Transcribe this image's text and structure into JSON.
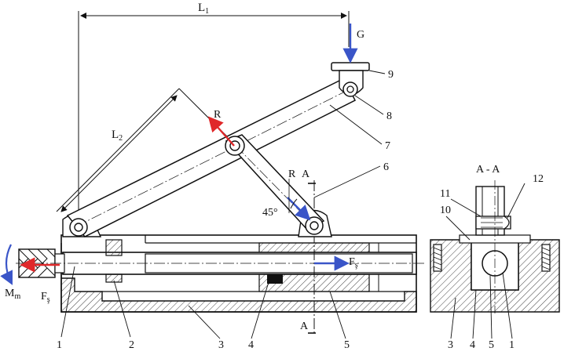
{
  "dimensions": {
    "l1": "L",
    "l1_sub": "1",
    "l2": "L",
    "l2_sub": "2"
  },
  "forces": {
    "g": "G",
    "r_top": "R",
    "r_bottom": "R",
    "angle": "45°",
    "fs_right": "F",
    "fs_right_sub": "ş",
    "fs_left": "F",
    "fs_left_sub": "ş",
    "mm": "M",
    "mm_sub": "m"
  },
  "section": {
    "title": "A - A",
    "cut_top": "A",
    "cut_bottom": "A"
  },
  "parts": {
    "p1": "1",
    "p2": "2",
    "p3": "3",
    "p4": "4",
    "p5": "5",
    "p6": "6",
    "p7": "7",
    "p8": "8",
    "p9": "9",
    "p10": "10",
    "p11": "11",
    "p12": "12",
    "s3": "3",
    "s4": "4",
    "s5": "5",
    "s1": "1"
  },
  "colors": {
    "red": "#e0282a",
    "blue": "#3a55c8",
    "line": "#111111",
    "hatch": "#444444"
  }
}
